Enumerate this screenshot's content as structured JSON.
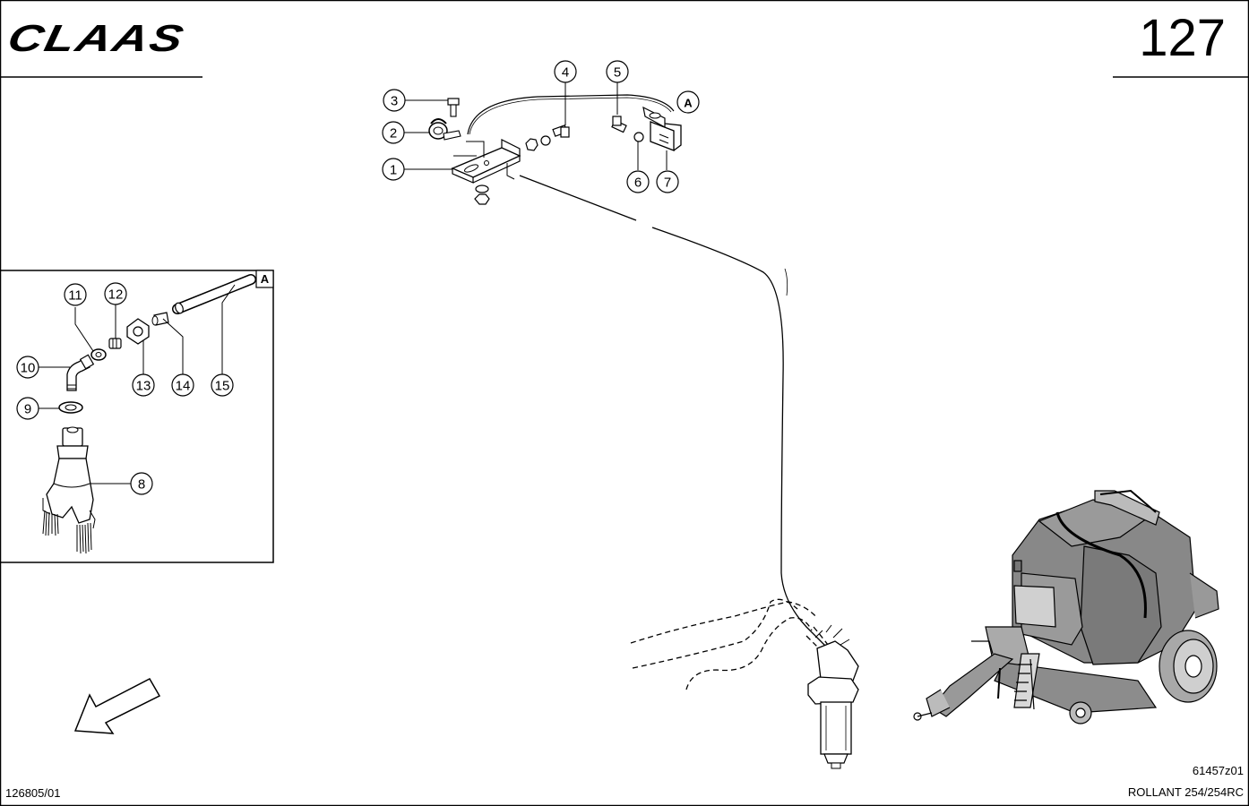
{
  "header": {
    "brand": "CLAAS",
    "page_number": "127"
  },
  "footer": {
    "doc_ref": "126805/01",
    "figure_id": "61457z01",
    "model": "ROLLANT 254/254RC"
  },
  "detail": {
    "label": "A"
  },
  "callouts": [
    "1",
    "2",
    "3",
    "4",
    "5",
    "6",
    "7",
    "8",
    "9",
    "10",
    "11",
    "12",
    "13",
    "14",
    "15"
  ],
  "detail_ref_label": "A"
}
